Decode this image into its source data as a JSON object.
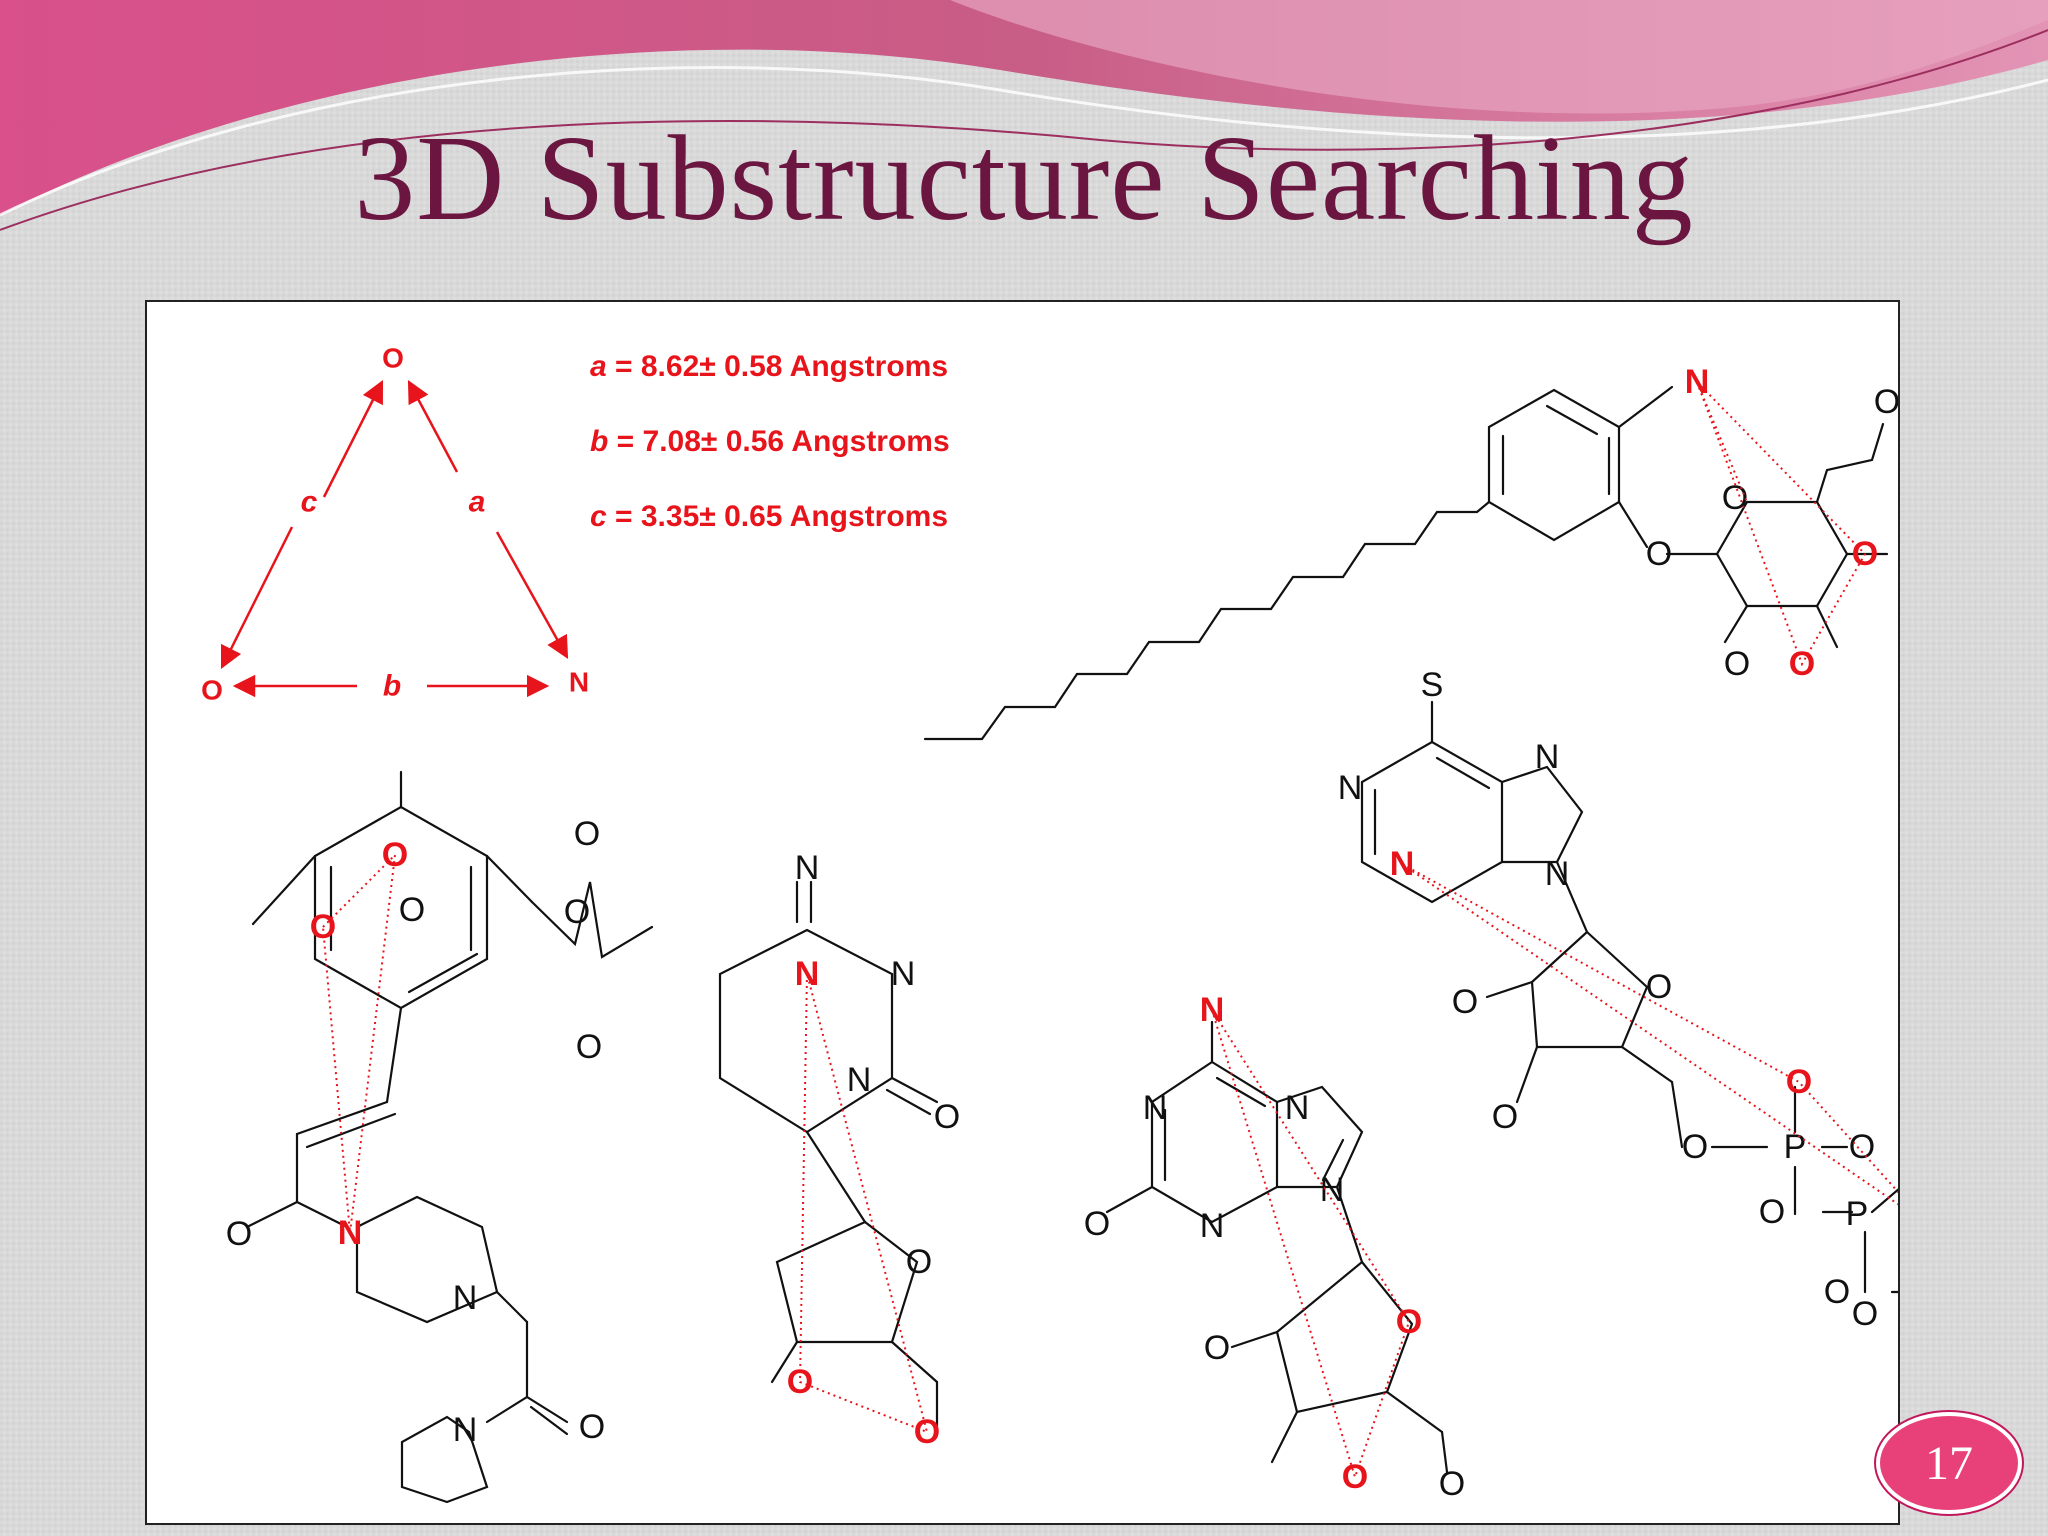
{
  "title": "3D Substructure Searching",
  "page_number": "17",
  "colors": {
    "title": "#6b1640",
    "highlight": "#e8141b",
    "badge": "#e8417a",
    "banner": "#c8507e"
  },
  "pharmacophore": {
    "atoms": {
      "top": "O",
      "left": "O",
      "right": "N"
    },
    "edges": {
      "a": "a",
      "b": "b",
      "c": "c"
    },
    "distances": [
      {
        "label": "a",
        "text": " = 8.62± 0.58 Angstroms"
      },
      {
        "label": "b",
        "text": " = 7.08± 0.56 Angstroms"
      },
      {
        "label": "c",
        "text": " = 3.35± 0.65 Angstroms"
      }
    ]
  },
  "atoms": {
    "O": "O",
    "N": "N",
    "S": "S",
    "P": "P"
  }
}
